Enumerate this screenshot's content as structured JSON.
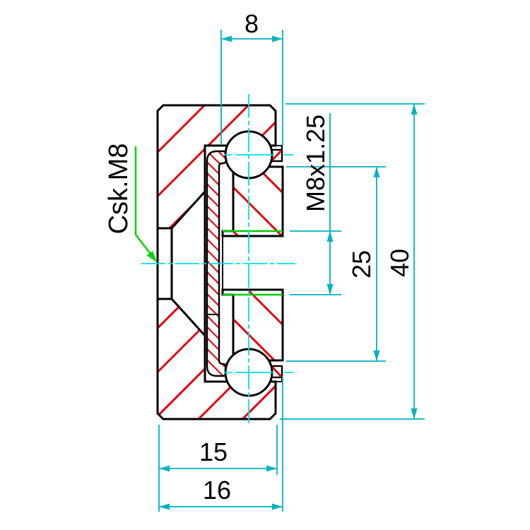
{
  "drawing": {
    "labels": {
      "countersink": "Csk.M8"
    },
    "dimensions": {
      "groove_width": "8",
      "thread": "M8x1.25",
      "inner_height": "25",
      "outer_height": "40",
      "body_width": "15",
      "overall_width": "16"
    },
    "colors": {
      "background": "#ffffff",
      "outline": "#000000",
      "hatch": "#e8000f",
      "centerline": "#00dfe8",
      "dimension": "#00b3bf",
      "leader": "#00d400",
      "thread": "#00cc00",
      "text": "#000000"
    }
  }
}
